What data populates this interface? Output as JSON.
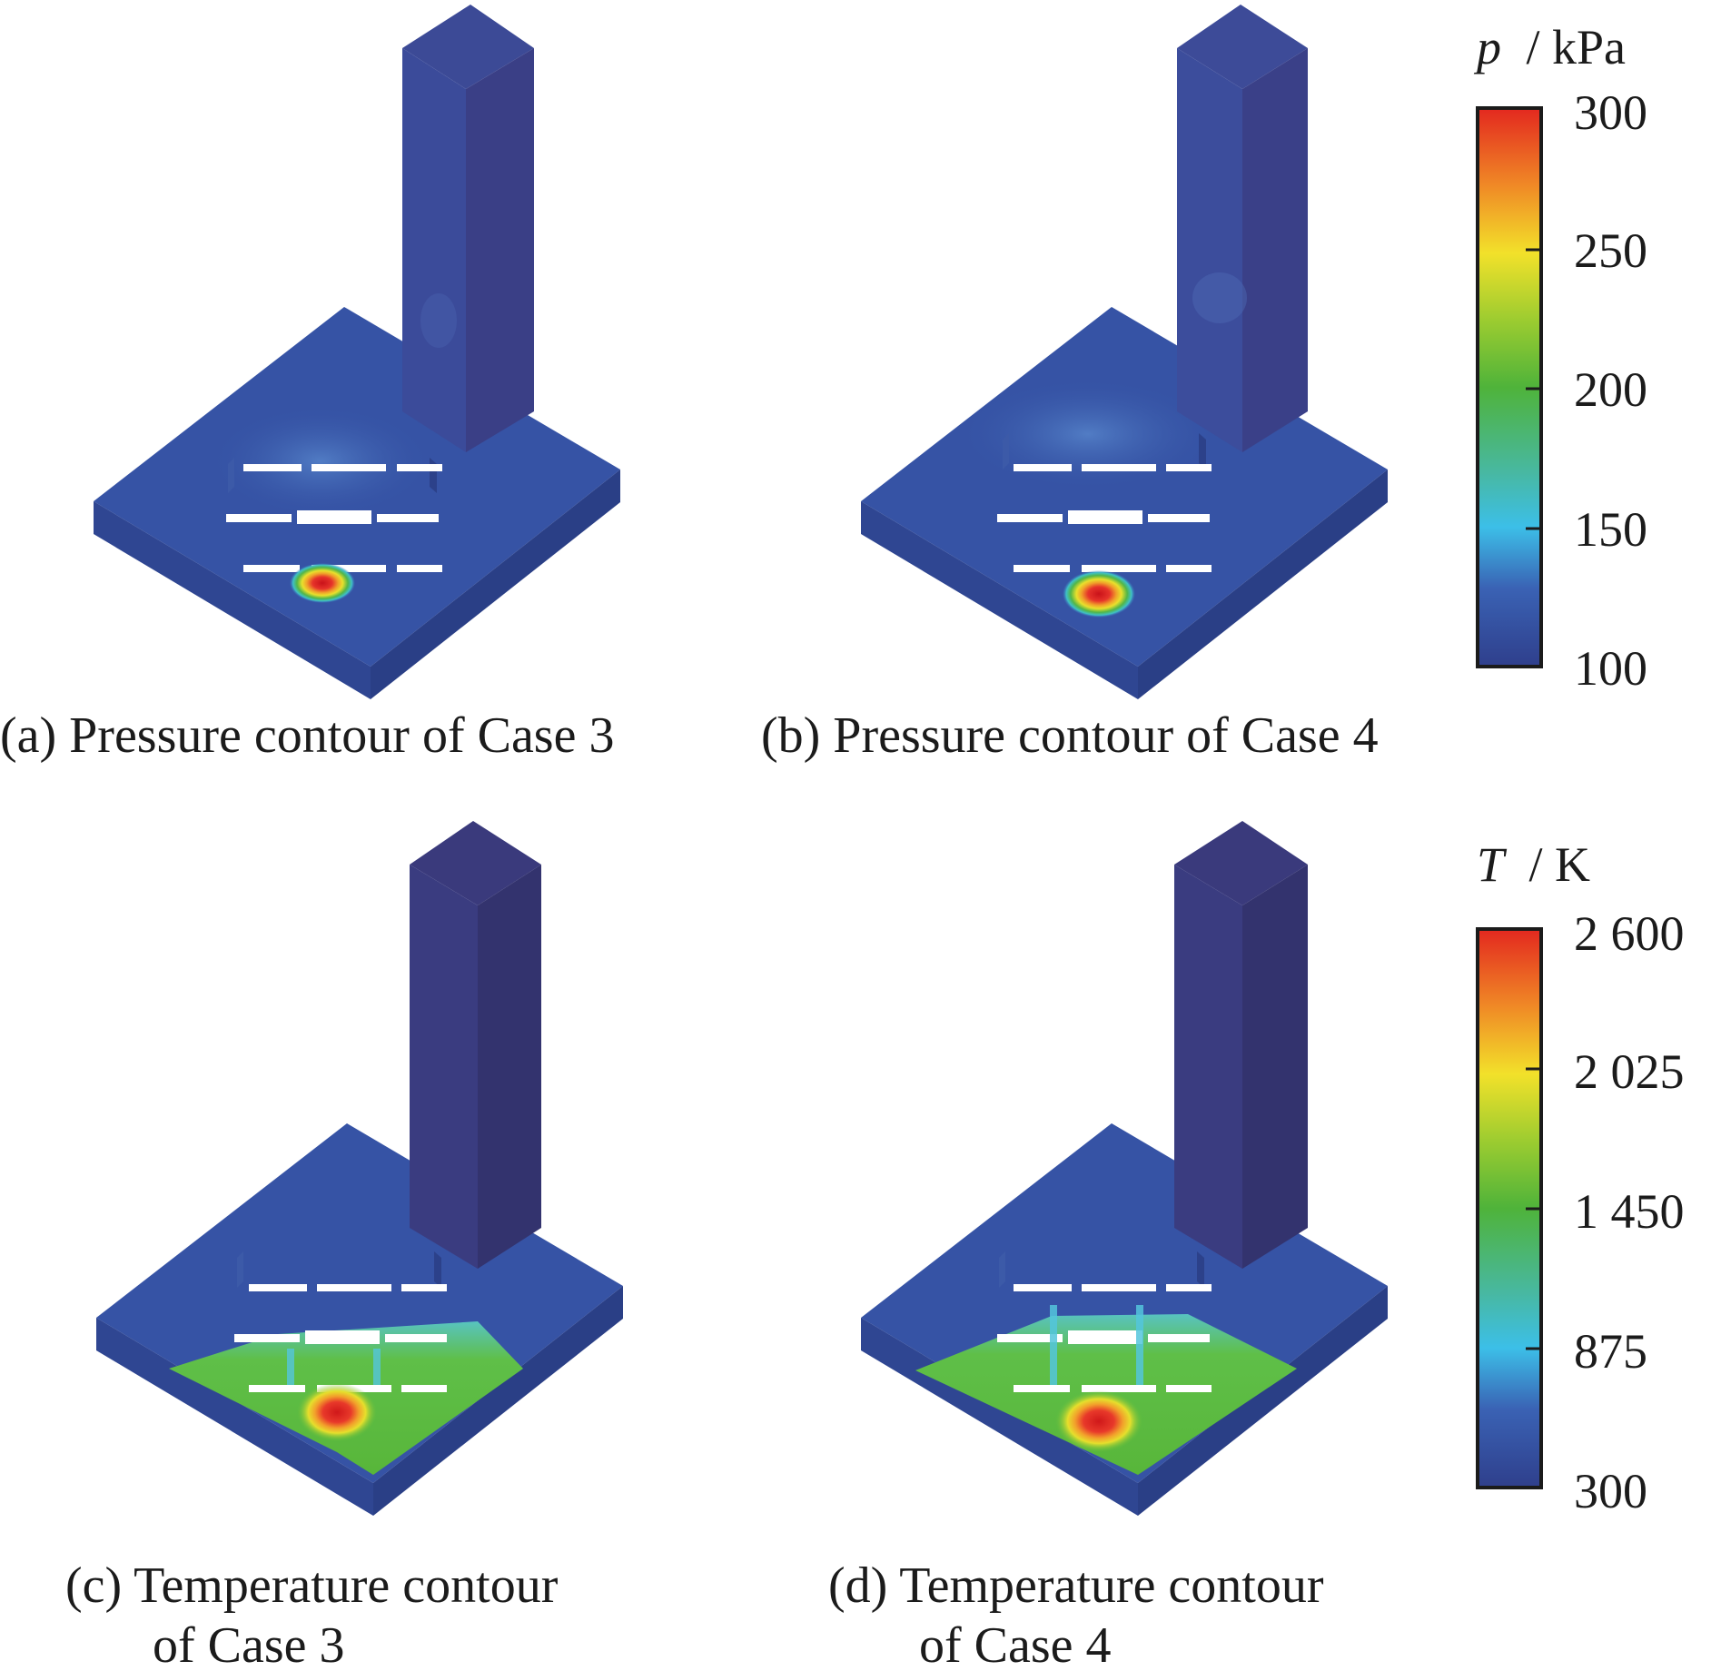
{
  "panels": [
    {
      "id": "a",
      "caption": "(a) Pressure contour of Case 3",
      "field": "pressure",
      "case": 3
    },
    {
      "id": "b",
      "caption": "(b) Pressure contour of Case 4",
      "field": "pressure",
      "case": 4
    },
    {
      "id": "c",
      "caption_line1": "(c) Temperature contour",
      "caption_line2": "of Case 3",
      "field": "temperature",
      "case": 3
    },
    {
      "id": "d",
      "caption_line1": "(d) Temperature contour",
      "caption_line2": "of Case 4",
      "field": "temperature",
      "case": 4
    }
  ],
  "colorbars": {
    "pressure": {
      "symbol": "p",
      "unit": "/ kPa",
      "ticks": [
        "300",
        "250",
        "200",
        "150",
        "100"
      ]
    },
    "temperature": {
      "symbol": "T",
      "unit": "/ K",
      "ticks": [
        "2 600",
        "2 025",
        "1 450",
        "875",
        "300"
      ]
    }
  },
  "colors": {
    "background_field": "#2f4f9e",
    "tower": "#3a3a7a",
    "hot": "#e02a22",
    "warm": "#f2e32a",
    "mid": "#5ab43c",
    "cool": "#3cc3e6",
    "cold": "#2f4b9a"
  }
}
